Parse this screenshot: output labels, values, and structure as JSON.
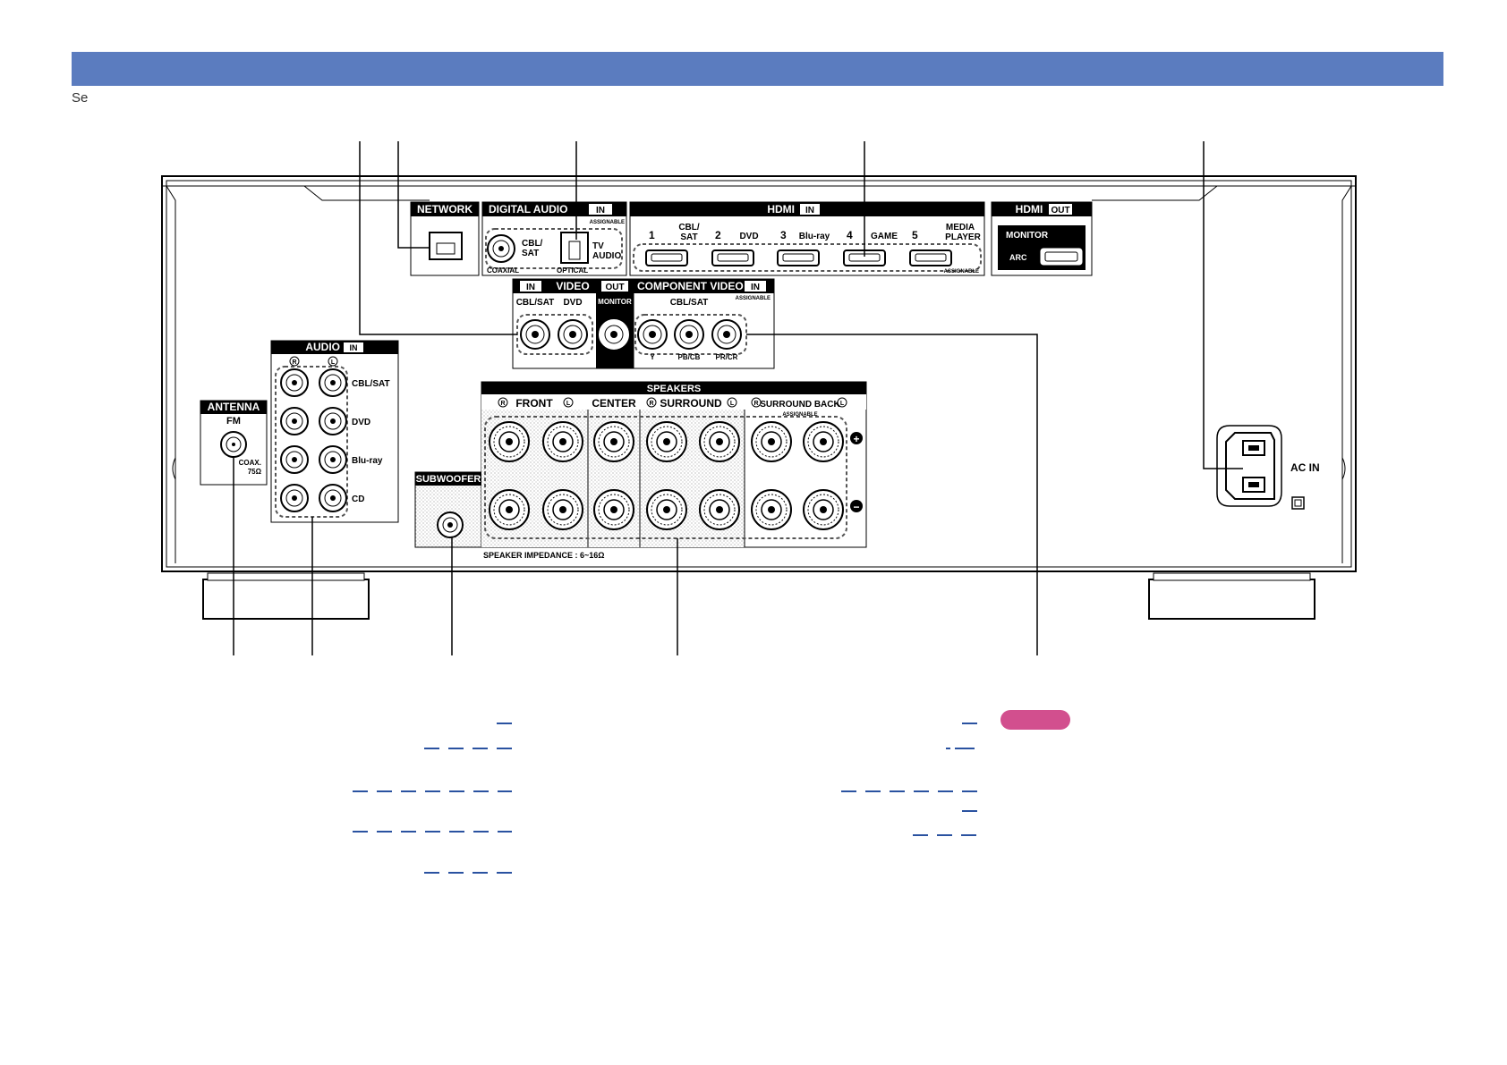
{
  "header": {
    "subtitle": "Se"
  },
  "panel": {
    "network": "NETWORK",
    "digital_audio": "DIGITAL AUDIO",
    "in_badge": "IN",
    "out_badge": "OUT",
    "assignable": "ASSIGNABLE",
    "cbl_sat_lines": [
      "CBL/",
      "SAT"
    ],
    "tv_audio_lines": [
      "TV",
      "AUDIO"
    ],
    "coaxial": "COAXIAL",
    "optical": "OPTICAL",
    "hdmi": "HDMI",
    "hdmi_inputs": [
      {
        "num": "1",
        "label": ""
      },
      {
        "num": "2",
        "label": "DVD"
      },
      {
        "num": "3",
        "label": "Blu-ray"
      },
      {
        "num": "4",
        "label": "GAME"
      },
      {
        "num": "5",
        "label": ""
      }
    ],
    "hdmi1_label_lines": [
      "CBL/",
      "SAT"
    ],
    "hdmi5_label_lines": [
      "MEDIA",
      "PLAYER"
    ],
    "monitor": "MONITOR",
    "arc": "ARC",
    "video": "VIDEO",
    "video_cbl_sat": "CBL/SAT",
    "video_dvd": "DVD",
    "component_video": "COMPONENT VIDEO",
    "component_cbl_sat": "CBL/SAT",
    "component_jacks": [
      "Y",
      "PB/CB",
      "PR/CR"
    ],
    "audio": "AUDIO",
    "channel_r": "R",
    "channel_l": "L",
    "audio_inputs": [
      "CBL/SAT",
      "DVD",
      "Blu-ray",
      "CD"
    ],
    "antenna": "ANTENNA",
    "fm": "FM",
    "coax75_lines": [
      "COAX.",
      "75Ω"
    ],
    "subwoofer": "SUBWOOFER",
    "speakers": "SPEAKERS",
    "front": "FRONT",
    "center": "CENTER",
    "surround": "SURROUND",
    "surround_back": "SURROUND BACK",
    "speaker_impedance": "SPEAKER IMPEDANCE : 6~16Ω",
    "ac_in": "AC IN",
    "plus": "+",
    "minus": "−"
  }
}
